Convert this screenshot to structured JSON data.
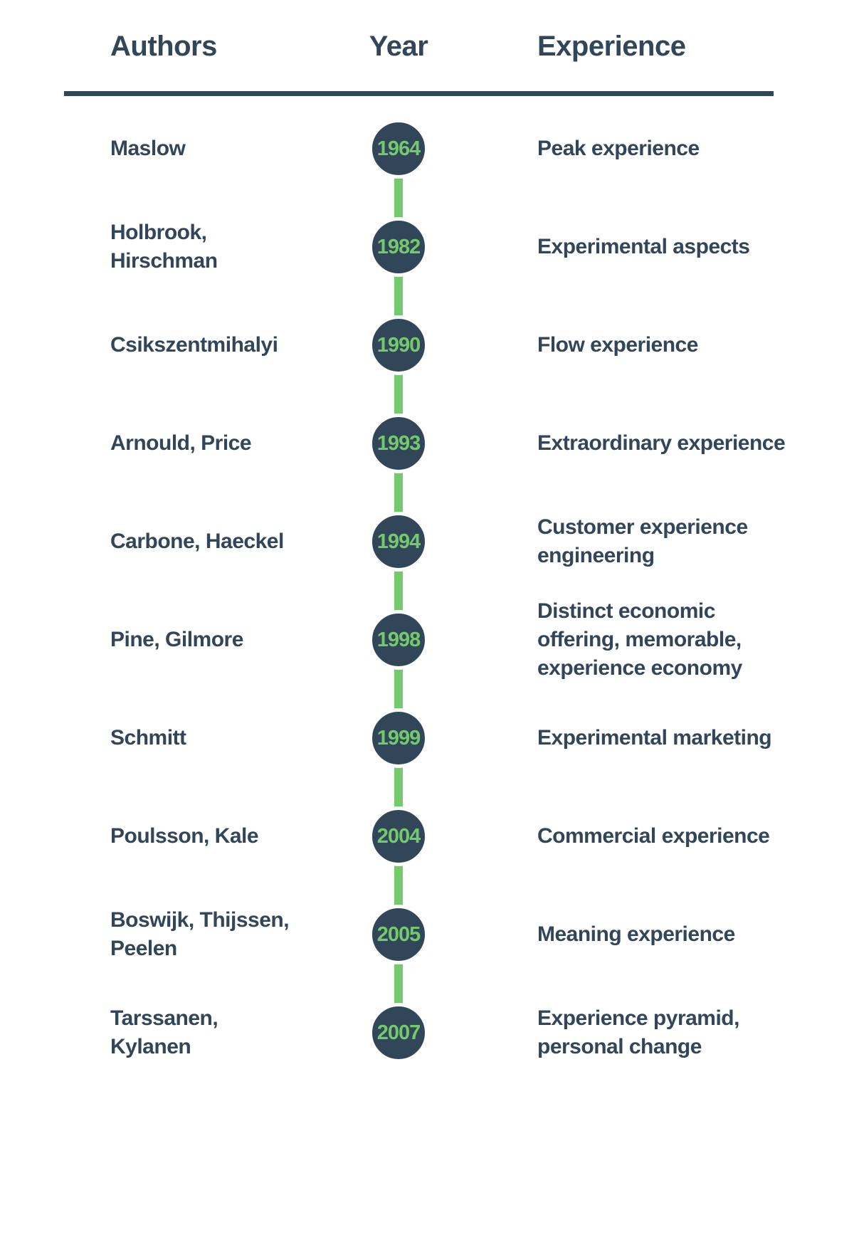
{
  "header": {
    "authors_label": "Authors",
    "year_label": "Year",
    "experience_label": "Experience"
  },
  "colors": {
    "navy": "#32465A",
    "green": "#73C96C",
    "background": "#FFFFFF"
  },
  "timeline": {
    "rows": [
      {
        "author": "Maslow",
        "year": "1964",
        "experience": "Peak experience"
      },
      {
        "author": "Holbrook,\nHirschman",
        "year": "1982",
        "experience": "Experimental aspects"
      },
      {
        "author": "Csikszentmihalyi",
        "year": "1990",
        "experience": "Flow experience"
      },
      {
        "author": "Arnould, Price",
        "year": "1993",
        "experience": "Extraordinary experience"
      },
      {
        "author": "Carbone, Haeckel",
        "year": "1994",
        "experience": "Customer experience\nengineering"
      },
      {
        "author": "Pine, Gilmore",
        "year": "1998",
        "experience": "Distinct economic\noffering, memorable,\nexperience economy"
      },
      {
        "author": "Schmitt",
        "year": "1999",
        "experience": "Experimental marketing"
      },
      {
        "author": "Poulsson, Kale",
        "year": "2004",
        "experience": "Commercial experience"
      },
      {
        "author": "Boswijk, Thijssen,\nPeelen",
        "year": "2005",
        "experience": "Meaning experience"
      },
      {
        "author": "Tarssanen,\nKylanen",
        "year": "2007",
        "experience": "Experience pyramid,\npersonal change"
      }
    ]
  }
}
